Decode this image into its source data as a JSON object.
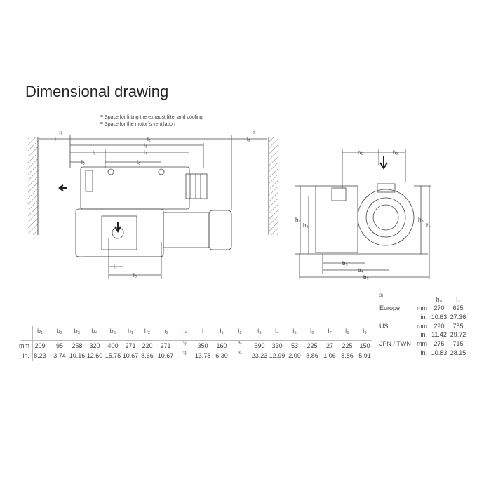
{
  "title": "Dimensional drawing",
  "notes": [
    "¹⁾ Space for fitting the exhaust filter and cooling",
    "²⁾ Space for the motor´s ventilation"
  ],
  "side_view_labels": {
    "l": "l",
    "l_note": "1)",
    "l2": "l₂",
    "l3": "l₃",
    "l1": "l₁",
    "l4": "l₄",
    "l5": "l₅",
    "l6": "l₆",
    "l7": "l₇",
    "l8": "l₈",
    "l9": "l₉",
    "l9_note": "2)"
  },
  "front_view_labels": {
    "b1": "b₁",
    "b2": "b₂",
    "b3": "b₃",
    "b4": "b₄",
    "b5": "b₅",
    "h1": "h₁",
    "h2": "h₂",
    "h3": "h₃",
    "h4": "h₄"
  },
  "main_table": {
    "headers": [
      "b₁",
      "b₂",
      "b₃",
      "b₄",
      "b₅",
      "h₁",
      "h₂",
      "h₃",
      "h₄",
      "l",
      "l₁",
      "l₂",
      "l₃",
      "l₄",
      "l₅",
      "l₆",
      "l₇",
      "l₈",
      "l₉"
    ],
    "rows": [
      {
        "unit": "mm",
        "values": [
          "209",
          "95",
          "258",
          "320",
          "400",
          "271",
          "220",
          "271",
          "3)",
          "350",
          "160",
          "3)",
          "590",
          "330",
          "53",
          "225",
          "27",
          "225",
          "150"
        ]
      },
      {
        "unit": "in.",
        "values": [
          "8.23",
          "3.74",
          "10.16",
          "12.60",
          "15.75",
          "10.67",
          "8.66",
          "10.67",
          "3)",
          "13.78",
          "6.30",
          "3)",
          "23.23",
          "12.99",
          "2.09",
          "8.86",
          "1.06",
          "8.86",
          "5.91"
        ]
      }
    ]
  },
  "region_table": {
    "note": "3)",
    "headers": [
      "h₄",
      "l₂"
    ],
    "rows": [
      {
        "region": "Europe",
        "unit": "mm",
        "h4": "270",
        "l2": "695"
      },
      {
        "region": "",
        "unit": "in.",
        "h4": "10.63",
        "l2": "27.36"
      },
      {
        "region": "US",
        "unit": "mm",
        "h4": "290",
        "l2": "755"
      },
      {
        "region": "",
        "unit": "in.",
        "h4": "11.42",
        "l2": "29.72"
      },
      {
        "region": "JPN / TWN",
        "unit": "mm",
        "h4": "275",
        "l2": "715"
      },
      {
        "region": "",
        "unit": "in.",
        "h4": "10.83",
        "l2": "28.15"
      }
    ]
  }
}
